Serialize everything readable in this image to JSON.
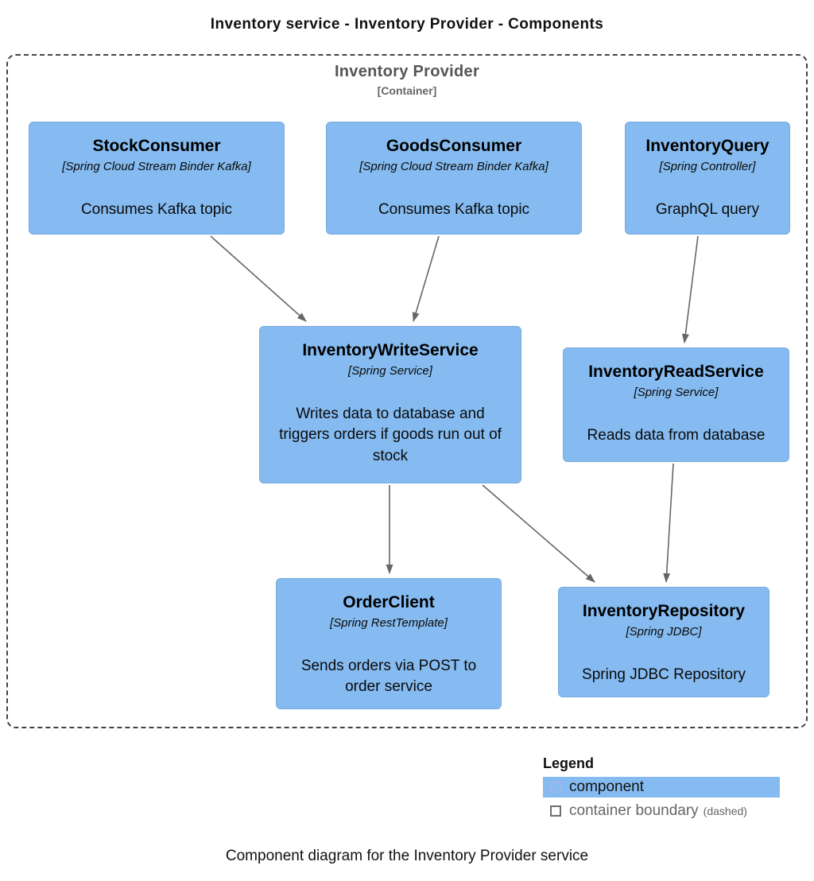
{
  "title": "Inventory service - Inventory Provider - Components",
  "boundary": {
    "name": "Inventory Provider",
    "type": "[Container]"
  },
  "components": [
    {
      "name": "StockConsumer",
      "tech": "[Spring Cloud Stream Binder Kafka]",
      "desc": "Consumes Kafka topic"
    },
    {
      "name": "GoodsConsumer",
      "tech": "[Spring Cloud Stream Binder Kafka]",
      "desc": "Consumes Kafka topic"
    },
    {
      "name": "InventoryQuery",
      "tech": "[Spring Controller]",
      "desc": "GraphQL query"
    },
    {
      "name": "InventoryWriteService",
      "tech": "[Spring Service]",
      "desc": "Writes data to database and triggers orders if goods run out of stock"
    },
    {
      "name": "InventoryReadService",
      "tech": "[Spring Service]",
      "desc": "Reads data from database"
    },
    {
      "name": "OrderClient",
      "tech": "[Spring RestTemplate]",
      "desc": "Sends orders via POST to order service"
    },
    {
      "name": "InventoryRepository",
      "tech": "[Spring JDBC]",
      "desc": "Spring JDBC Repository"
    }
  ],
  "relationships": [
    {
      "from": "StockConsumer",
      "to": "InventoryWriteService"
    },
    {
      "from": "GoodsConsumer",
      "to": "InventoryWriteService"
    },
    {
      "from": "InventoryQuery",
      "to": "InventoryReadService"
    },
    {
      "from": "InventoryWriteService",
      "to": "OrderClient"
    },
    {
      "from": "InventoryWriteService",
      "to": "InventoryRepository"
    },
    {
      "from": "InventoryReadService",
      "to": "InventoryRepository"
    }
  ],
  "legend": {
    "title": "Legend",
    "items": [
      {
        "label": "component"
      },
      {
        "label": "container boundary",
        "note": "(dashed)"
      }
    ]
  },
  "caption": "Component diagram for the Inventory Provider service",
  "colors": {
    "component_fill": "#85BBF0",
    "component_border": "#79A9DF",
    "arrow": "#666666",
    "boundary_border": "#424242"
  }
}
